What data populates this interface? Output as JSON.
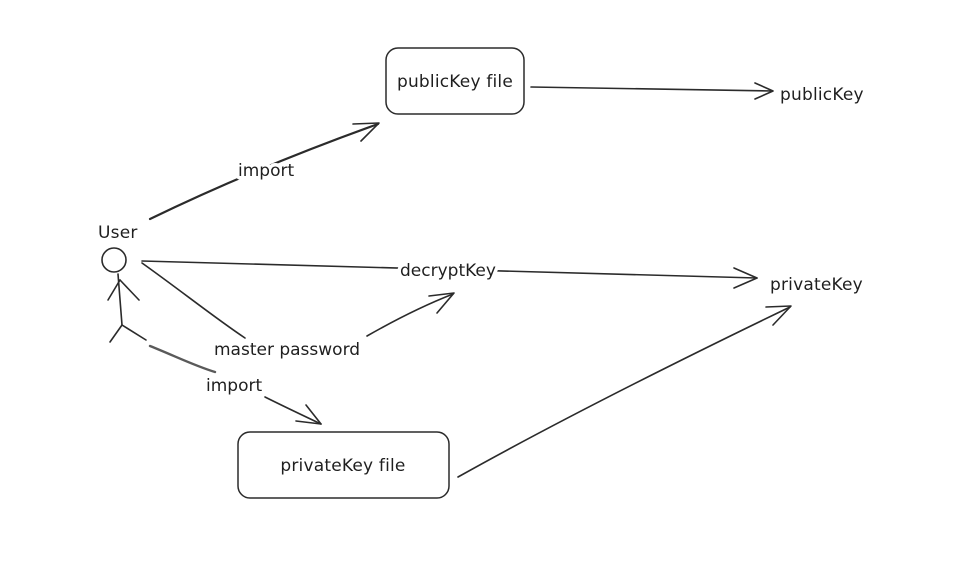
{
  "diagram": {
    "actor": {
      "label": "User"
    },
    "nodes": {
      "public_key_file": "publicKey file",
      "public_key": "publicKey",
      "decrypt_key": "decryptKey",
      "private_key": "privateKey",
      "private_key_file": "privateKey file"
    },
    "edges": {
      "import_public": "import",
      "master_password": "master password",
      "import_private": "import"
    },
    "colors": {
      "stroke": "#2b2b2b",
      "background": "#ffffff"
    }
  }
}
